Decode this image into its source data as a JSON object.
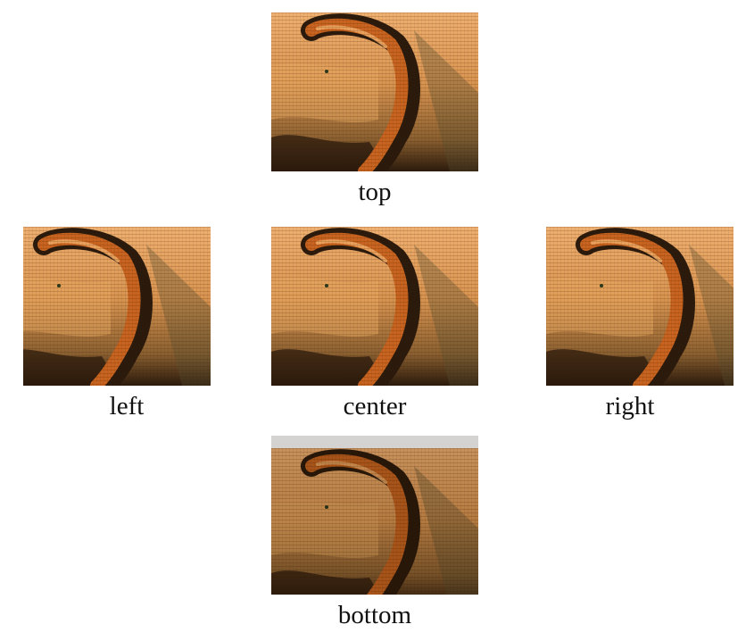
{
  "views": [
    {
      "id": "top",
      "caption": "top"
    },
    {
      "id": "left",
      "caption": "left"
    },
    {
      "id": "center",
      "caption": "center"
    },
    {
      "id": "right",
      "caption": "right"
    },
    {
      "id": "bottom",
      "caption": "bottom"
    }
  ],
  "colors": {
    "bright": "#f2b06a",
    "warm": "#d98a45",
    "orange": "#c8641f",
    "dark": "#2a1a0c",
    "olive": "#5a5030"
  }
}
